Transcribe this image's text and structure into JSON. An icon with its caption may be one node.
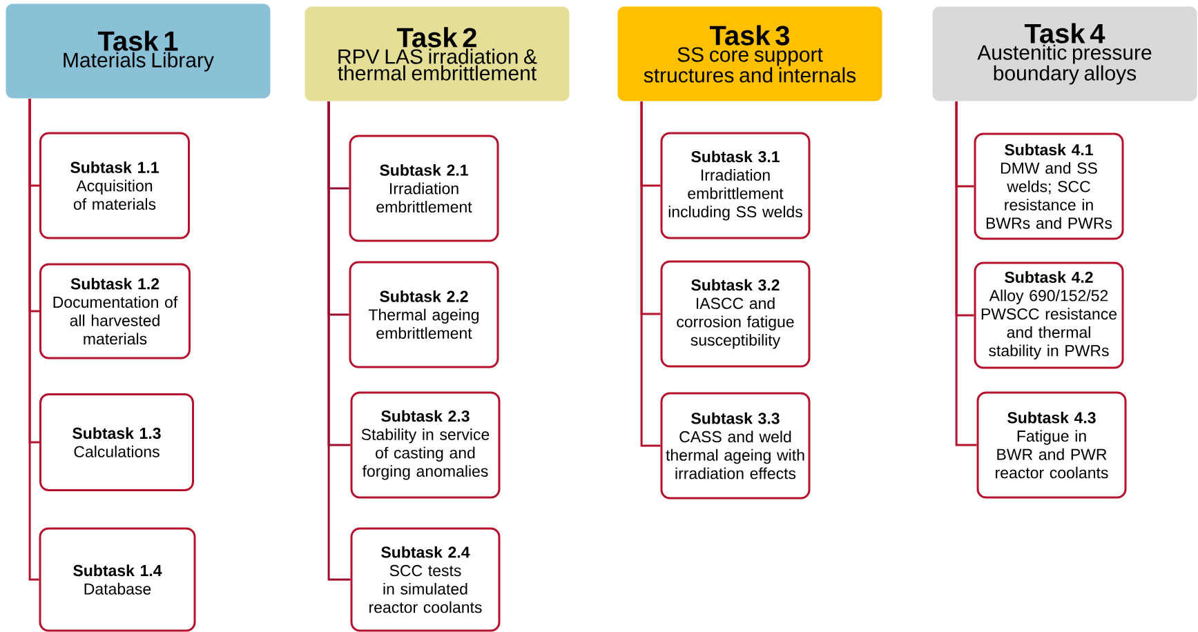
{
  "diagram": {
    "nodes": [
      {
        "text": [
          "Task 1",
          "Materials Library"
        ]
      },
      {
        "text": [
          "Subtask 1.1",
          "Acquisition of materials"
        ]
      },
      {
        "text": [
          "Subtask 1.2",
          "Documentation of all harvested materials"
        ]
      },
      {
        "text": [
          "Subtask 1.3",
          "Calculations"
        ]
      },
      {
        "text": [
          "Subtask 1.4",
          "Database"
        ]
      },
      {
        "text": [
          "Task 2",
          "RPV LAS irradiation & thermal embrittlement"
        ]
      },
      {
        "text": [
          "Subtask 2.1",
          "Irradiation embrittlement"
        ]
      },
      {
        "text": [
          "Subtask 2.2",
          "Thermal ageing embrittlement"
        ]
      },
      {
        "text": [
          "Subtask 2.3",
          "Stability in service of casting and forging anomalies"
        ]
      },
      {
        "text": [
          "Subtask 2.4",
          "SCC tests in simulated reactor coolants"
        ]
      },
      {
        "text": [
          "Task 3",
          "SS core support structures and internals"
        ]
      },
      {
        "text": [
          "Subtask 3.1",
          "Irradiation embrittlement including SS welds"
        ]
      },
      {
        "text": [
          "Subtask 3.2",
          "IASCC and corrosion fatigue susceptibility"
        ]
      },
      {
        "text": [
          "Subtask 3.3",
          "CASS and weld thermal ageing with irradiation effects"
        ]
      },
      {
        "text": [
          "Task 4",
          "Austenitic pressure boundary alloys"
        ]
      },
      {
        "text": [
          "Subtask 4.1",
          "DMW and SS welds; SCC resistance in BWRs and PWRs"
        ]
      },
      {
        "text": [
          "Subtask 4.2",
          "Alloy 690/152/52 PWSCC resistance and thermal stability in PWRs"
        ]
      },
      {
        "text": [
          "Subtask 4.3",
          "Fatigue in BWR and PWR reactor coolants"
        ]
      }
    ],
    "edges": [
      {
        "from": 0,
        "to": 1,
        "arrow": "none"
      },
      {
        "from": 0,
        "to": 2,
        "arrow": "none"
      },
      {
        "from": 0,
        "to": 3,
        "arrow": "none"
      },
      {
        "from": 0,
        "to": 4,
        "arrow": "none"
      },
      {
        "from": 5,
        "to": 6,
        "arrow": "none",
        "color": "#9b0d2e"
      },
      {
        "from": 5,
        "to": 7,
        "arrow": "none",
        "color": "#9b0d2e"
      },
      {
        "from": 5,
        "to": 8,
        "arrow": "none",
        "color": "#9b0d2e"
      },
      {
        "from": 5,
        "to": 9,
        "arrow": "none",
        "color": "#9b0d2e"
      },
      {
        "from": 10,
        "to": 11,
        "arrow": "none"
      },
      {
        "from": 10,
        "to": 12,
        "arrow": "none"
      },
      {
        "from": 10,
        "to": 13,
        "arrow": "none"
      },
      {
        "from": 14,
        "to": 15,
        "arrow": "none"
      },
      {
        "from": 14,
        "to": 16,
        "arrow": "none"
      },
      {
        "from": 14,
        "to": 17,
        "arrow": "none"
      }
    ]
  }
}
